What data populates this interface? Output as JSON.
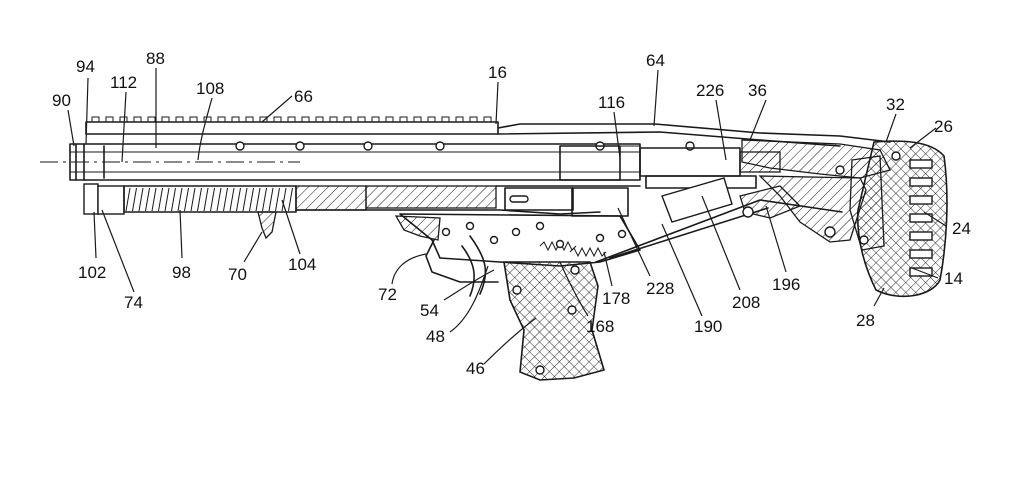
{
  "figure": {
    "colors": {
      "line": "#1a1a1a",
      "background": "#ffffff"
    },
    "reference_numerals": {
      "r90": "90",
      "r94": "94",
      "r112": "112",
      "r88": "88",
      "r108": "108",
      "r66": "66",
      "r16": "16",
      "r64": "64",
      "r116": "116",
      "r226": "226",
      "r36": "36",
      "r32": "32",
      "r26": "26",
      "r24": "24",
      "r14": "14",
      "r28": "28",
      "r102": "102",
      "r74": "74",
      "r98": "98",
      "r70": "70",
      "r104": "104",
      "r72": "72",
      "r54": "54",
      "r48": "48",
      "r46": "46",
      "r168": "168",
      "r178": "178",
      "r228": "228",
      "r190": "190",
      "r208": "208",
      "r196": "196"
    }
  }
}
